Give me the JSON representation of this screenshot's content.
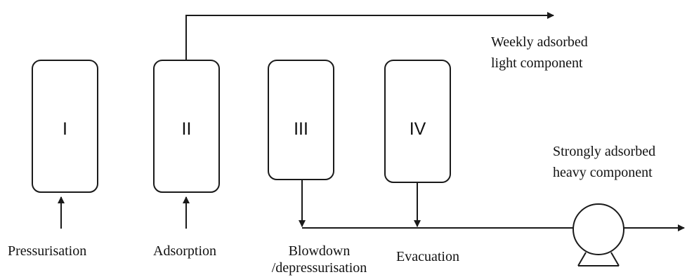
{
  "vessels": [
    {
      "id": "I",
      "numeral": "I"
    },
    {
      "id": "II",
      "numeral": "II"
    },
    {
      "id": "III",
      "numeral": "III"
    },
    {
      "id": "IV",
      "numeral": "IV"
    }
  ],
  "steps": {
    "pressurisation": "Pressurisation",
    "adsorption": "Adsorption",
    "blowdown_line1": "Blowdown",
    "blowdown_line2": "/depressurisation",
    "evacuation": "Evacuation"
  },
  "streams": {
    "light_line1": "Weekly adsorbed",
    "light_line2": "light component",
    "heavy_line1": "Strongly adsorbed",
    "heavy_line2": "heavy component"
  },
  "icons": {
    "pump": "vacuum-pump-icon",
    "arrow": "arrowhead-icon"
  },
  "colors": {
    "stroke": "#1a1a1a",
    "background": "#ffffff"
  }
}
